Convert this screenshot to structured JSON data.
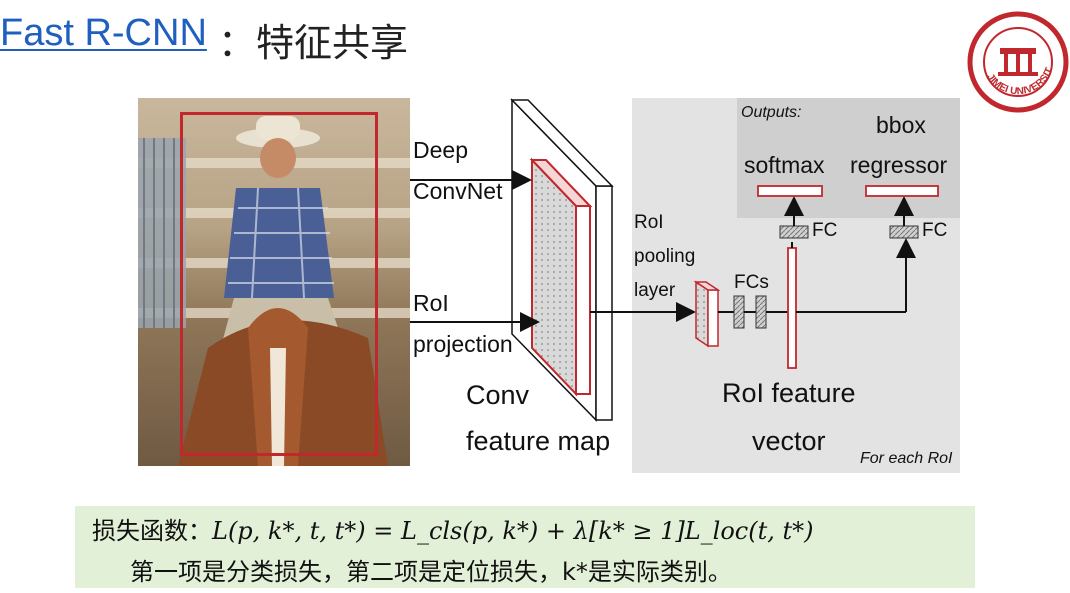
{
  "title": {
    "link": "Fast R-CNN",
    "rest": "：特征共享"
  },
  "logo": {
    "text": "JIMEI UNIVERSITY"
  },
  "diagram": {
    "deep_convnet": [
      "Deep",
      "ConvNet"
    ],
    "roi_projection": [
      "RoI",
      "projection"
    ],
    "conv_feature_map": [
      "Conv",
      "feature map"
    ],
    "roi_pooling": [
      "RoI",
      "pooling",
      "layer"
    ],
    "fcs": "FCs",
    "outputs": "Outputs:",
    "softmax": "softmax",
    "bbox_regressor": [
      "bbox",
      "regressor"
    ],
    "fc_left": "FC",
    "fc_right": "FC",
    "roi_feature_vector": [
      "RoI feature",
      "vector"
    ],
    "for_each_roi": "For each RoI"
  },
  "formula": {
    "prefix": "损失函数：",
    "expression": "L(p, k*, t, t*) = L_cls(p, k*) + λ[k* ≥ 1]L_loc(t, t*)",
    "description": "第一项是分类损失，第二项是定位损失，k*是实际类别。"
  },
  "colors": {
    "title_blue": "#1f5fbf",
    "box_red": "#c0282d",
    "formula_bg": "#e3f0d8",
    "panel_grey": "#e3e3e3"
  }
}
